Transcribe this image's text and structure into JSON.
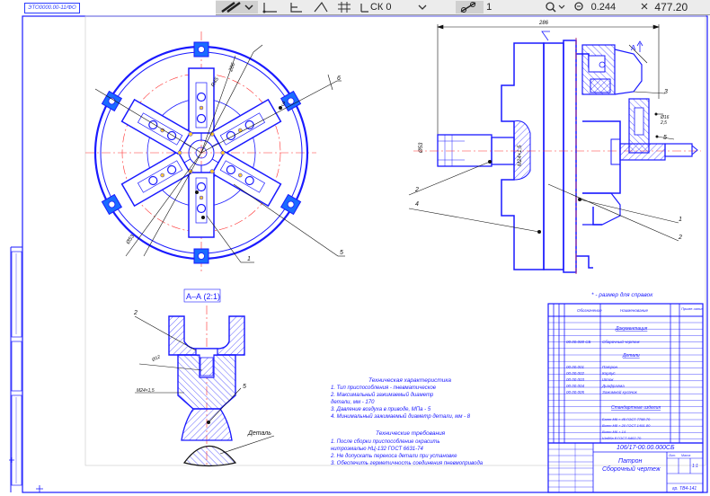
{
  "toolbar": {
    "layer_field": "СК 0",
    "style_field": "1",
    "zoom_field": "0.244",
    "coord_field": "477.20"
  },
  "stamp": "ЭТО0000.00-11/ФО",
  "drawing": {
    "section_label": "А–А (2:1)",
    "dims": {
      "d_top": "286",
      "d_left": "Ø53",
      "d_thread": "М24×1,5",
      "d_small": "Ø16",
      "d_small2": "2,5",
      "d_groove": "Ø12",
      "d_r": "R45"
    },
    "callouts": {
      "c1": "1",
      "c2": "2",
      "c3": "3",
      "c4": "4",
      "c5": "5",
      "c6": "6",
      "cA": "А"
    },
    "footnote": "* - размер для справок",
    "detail_label": "Деталь",
    "tech_char": {
      "title": "Техническая характеристика",
      "lines": [
        "1. Тип приспособления          - пневматическое",
        "2. Максимальный зажимаемый диаметр",
        "   детали, мм                        - 170",
        "3. Давление воздуха в приводе, МПа    - 5",
        "4. Минимальный зажимаемый диаметр детали, мм  - 8"
      ]
    },
    "tech_req": {
      "title": "Технические требования",
      "lines": [
        "1. После сборки приспособление окрасить",
        "   нитроэмалью НЦ-132 ГОСТ 6631-74",
        "2. Не допускать перекоса детали при установке",
        "3. Обеспечить герметичность соединения пневмопривода"
      ]
    }
  },
  "spec_table": {
    "headers": [
      "Обозначение",
      "Наименование",
      "Приме-чание"
    ],
    "sections": [
      "Документация",
      "Детали",
      "Стандартные изделия"
    ],
    "doc_row": {
      "code": "00.00.000 СБ",
      "name": "Сборочный чертеж"
    },
    "detail_rows": [
      {
        "code": "00.00.001",
        "name": "Патрон"
      },
      {
        "code": "00.00.002",
        "name": "Корпус"
      },
      {
        "code": "00.00.003",
        "name": "Шток"
      },
      {
        "code": "00.00.004",
        "name": "Диафрагма"
      },
      {
        "code": "00.00.005",
        "name": "Зажимной кулачок"
      }
    ],
    "std_rows": [
      "Болт М6 × 45 ГОСТ 7798-70",
      "Винт М8 × 20 ГОСТ 1491-80",
      "Винт М6 × 14",
      "Шайба 8 ГОСТ 6402-70"
    ]
  },
  "title_block": {
    "doc_number": "106/17-00.00.000СБ",
    "title_line1": "Патрон",
    "title_line2": "Сборочный чертеж",
    "sheet_label": "Лит.",
    "mass": "Масса",
    "scale": "1:1",
    "org": "гр. ТВ4-141"
  }
}
